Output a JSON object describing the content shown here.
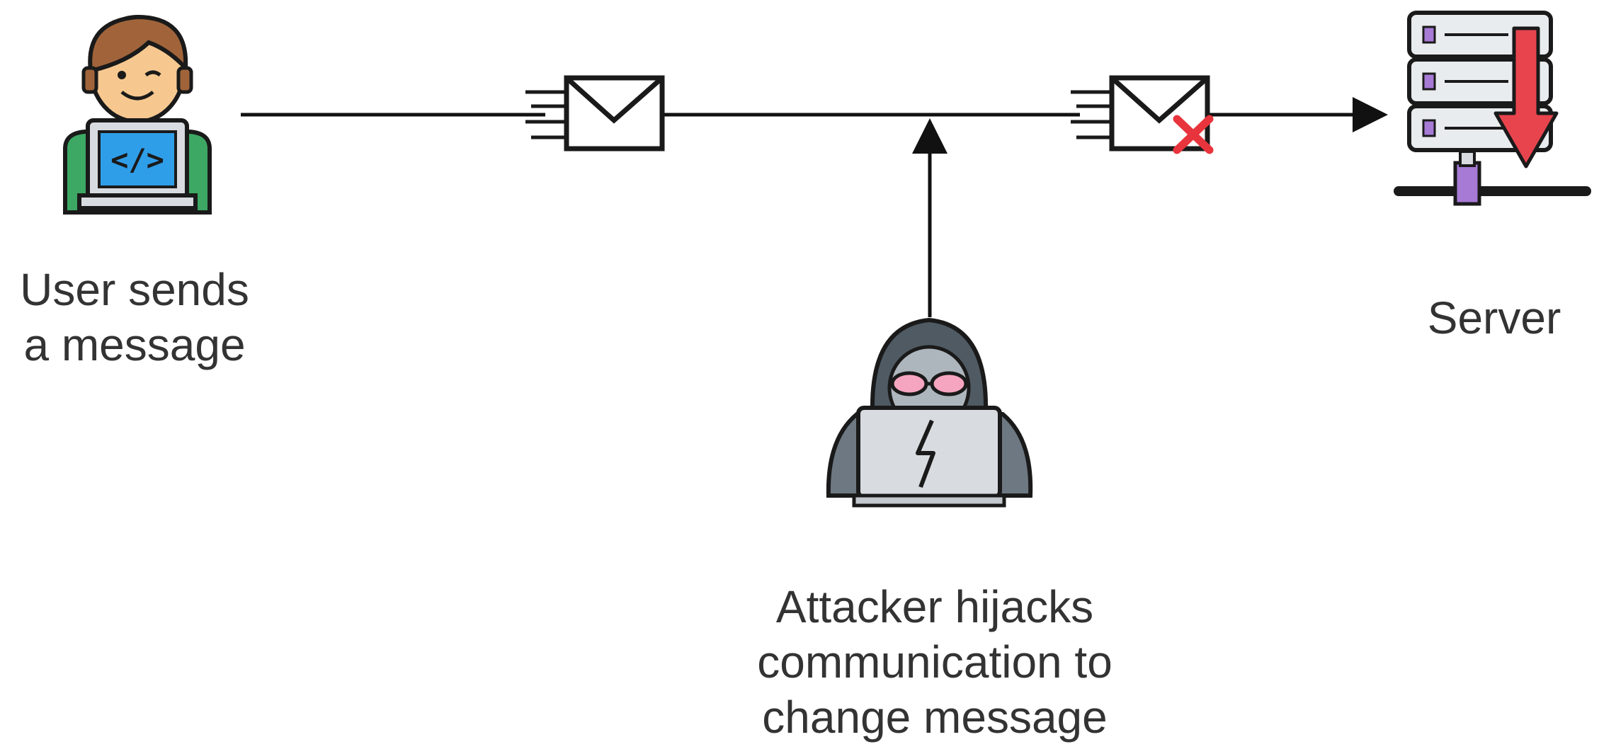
{
  "labels": {
    "user": [
      "User sends",
      "a message"
    ],
    "server": [
      "Server"
    ],
    "attacker": [
      "Attacker hijacks",
      "communication to",
      "change message"
    ]
  },
  "colors": {
    "line": "#111111",
    "outline": "#1a1a1a",
    "skin": "#f6c890",
    "hair": "#a1643a",
    "shirt": "#3da864",
    "laptop_screen": "#2f9ee8",
    "hood": "#6d7882",
    "hood_dark": "#4f5a63",
    "goggles": "#f6a5c0",
    "laptop_gray": "#d8dce0",
    "server_body": "#e9ecef",
    "server_light": "#a77ad6",
    "server_arrow": "#e8444e",
    "envelope": "#ffffff",
    "error_x": "#e8343c"
  },
  "icons": {
    "user": "developer-user-icon",
    "envelope": "envelope-icon",
    "tampered_envelope": "envelope-with-error-icon",
    "attacker": "hooded-hacker-icon",
    "server": "server-download-icon"
  }
}
